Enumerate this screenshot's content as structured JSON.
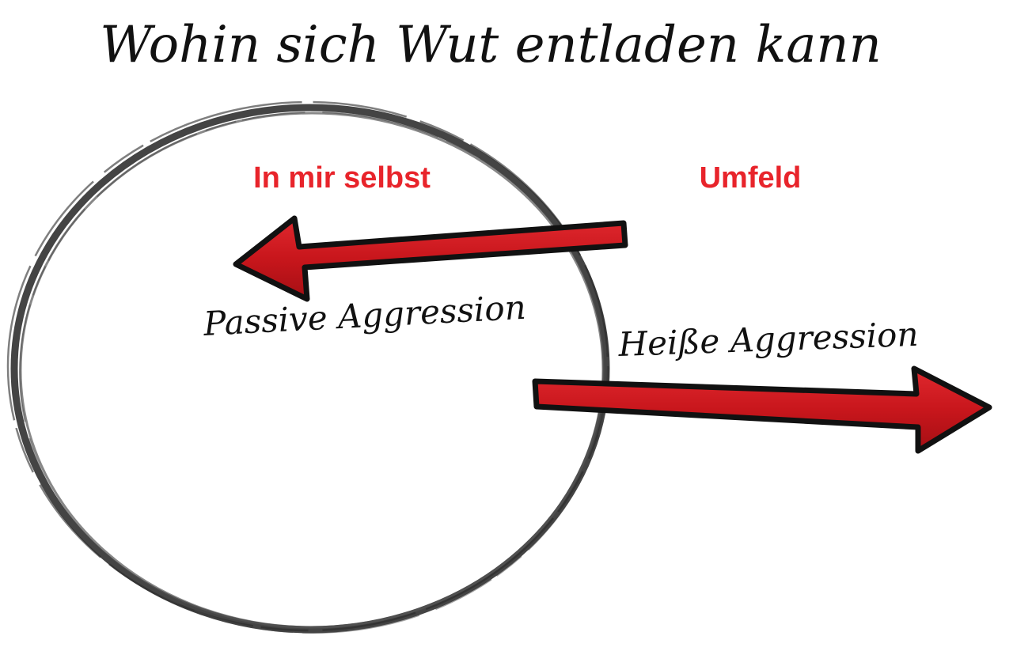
{
  "title": "Wohin sich Wut entladen kann",
  "regions": {
    "inner": "In mir selbst",
    "outer": "Umfeld"
  },
  "arrows": {
    "inward": "Passive Aggression",
    "outward": "Heiße Aggression"
  },
  "colors": {
    "accent": "#e8242b",
    "arrow_fill": "#d11a1f",
    "ink": "#111111",
    "brush": "#3a3a3a"
  }
}
